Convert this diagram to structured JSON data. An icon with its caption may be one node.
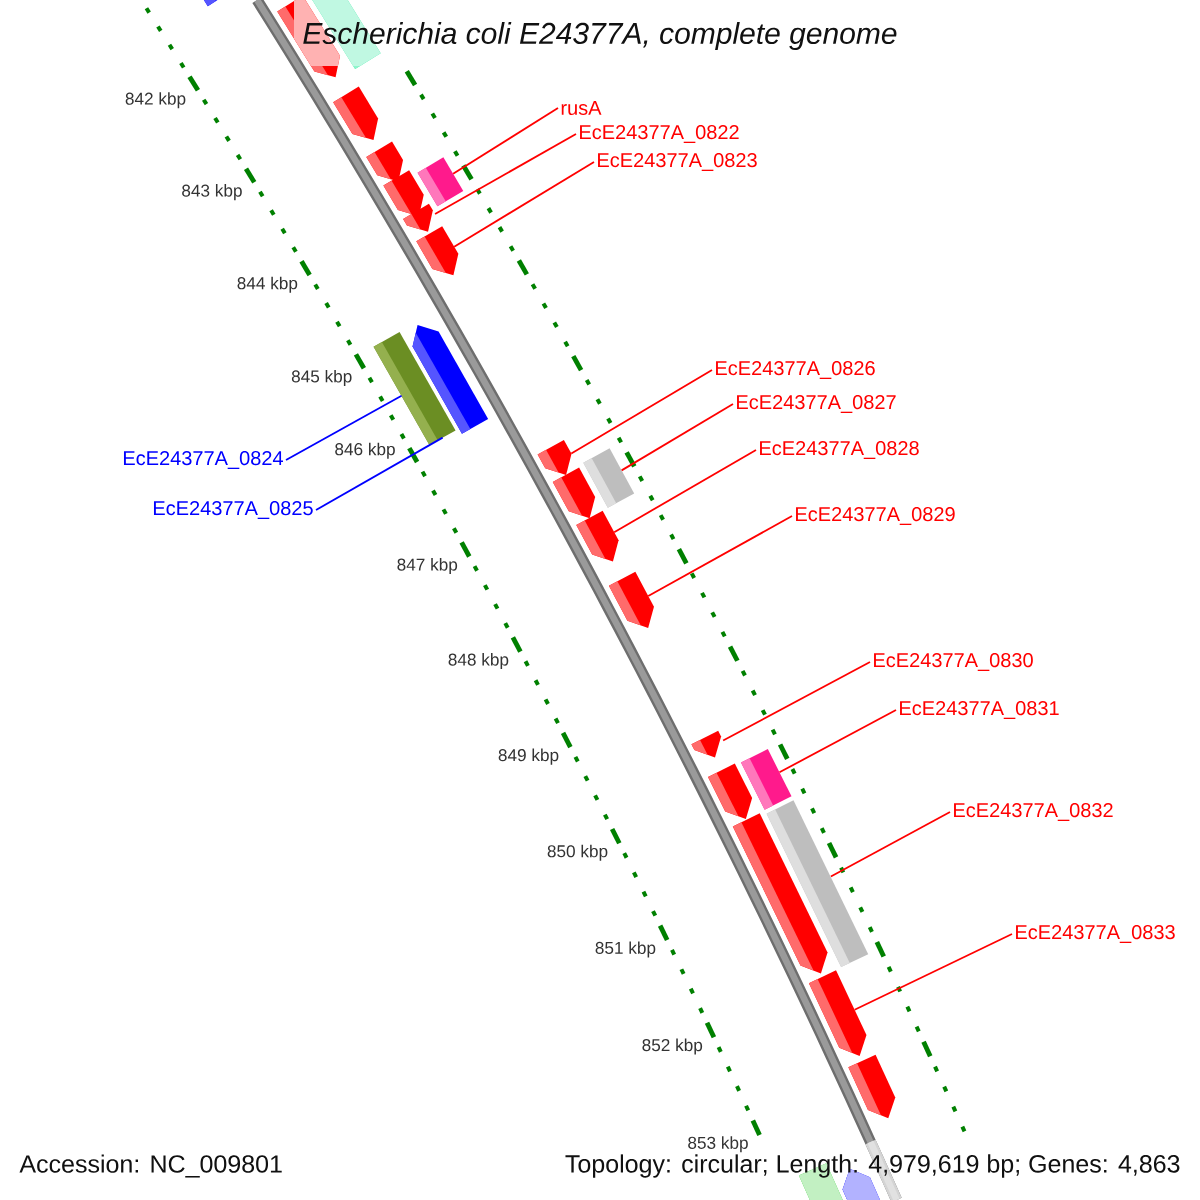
{
  "diagram": {
    "title": "Escherichia coli E24377A, complete genome",
    "nodes": [
      {
        "text": [
          "rusA"
        ]
      },
      {
        "text": [
          "EcE24377A_0822"
        ]
      },
      {
        "text": [
          "EcE24377A_0823"
        ]
      },
      {
        "text": [
          "EcE24377A_0826"
        ]
      },
      {
        "text": [
          "EcE24377A_0827"
        ]
      },
      {
        "text": [
          "EcE24377A_0828"
        ]
      },
      {
        "text": [
          "EcE24377A_0824"
        ]
      },
      {
        "text": [
          "EcE24377A_0825"
        ]
      },
      {
        "text": [
          "EcE24377A_0829"
        ]
      },
      {
        "text": [
          "EcE24377A_0830"
        ]
      },
      {
        "text": [
          "EcE24377A_0831"
        ]
      },
      {
        "text": [
          "EcE24377A_0832"
        ]
      },
      {
        "text": [
          "EcE24377A_0833"
        ]
      },
      {
        "text": [],
        "shape": "arrow"
      },
      {
        "text": [],
        "shape": "bar"
      },
      {
        "text": [],
        "shape": "arrow"
      },
      {
        "text": [],
        "shape": "arrow"
      },
      {
        "text": [],
        "shape": "arrow"
      },
      {
        "text": [],
        "shape": "bar"
      },
      {
        "text": [],
        "shape": "arrow"
      },
      {
        "text": [],
        "shape": "arrow"
      },
      {
        "text": [],
        "shape": "arrow"
      },
      {
        "text": [],
        "shape": "arrow"
      },
      {
        "text": [],
        "shape": "bar"
      },
      {
        "text": [],
        "shape": "arrow"
      },
      {
        "text": [],
        "shape": "bar"
      },
      {
        "text": [],
        "shape": "arrow"
      },
      {
        "text": [],
        "shape": "arrow"
      },
      {
        "text": [],
        "shape": "arrow"
      },
      {
        "text": [],
        "shape": "arrow"
      },
      {
        "text": [],
        "shape": "bar"
      },
      {
        "text": [],
        "shape": "arrow"
      },
      {
        "text": [],
        "shape": "bar"
      },
      {
        "text": [],
        "shape": "arrow"
      },
      {
        "text": [],
        "shape": "arrow"
      },
      {
        "text": [],
        "shape": "arrow"
      },
      {
        "text": [],
        "shape": "bar"
      },
      {
        "text": [],
        "shape": "arrow"
      }
    ],
    "edges": [
      {
        "from": 0,
        "to": 18,
        "arrow": "none"
      },
      {
        "from": 1,
        "to": 20,
        "arrow": "none"
      },
      {
        "from": 2,
        "to": 21,
        "arrow": "none"
      },
      {
        "from": 3,
        "to": 24,
        "arrow": "none"
      },
      {
        "from": 4,
        "to": 25,
        "arrow": "none"
      },
      {
        "from": 5,
        "to": 27,
        "arrow": "none"
      },
      {
        "from": 6,
        "to": 23,
        "arrow": "none",
        "color": "#0000ff"
      },
      {
        "from": 7,
        "to": 23,
        "arrow": "none",
        "color": "#0000ff"
      },
      {
        "from": 8,
        "to": 28,
        "arrow": "none"
      },
      {
        "from": 9,
        "to": 29,
        "arrow": "none"
      },
      {
        "from": 10,
        "to": 30,
        "arrow": "none"
      },
      {
        "from": 11,
        "to": 32,
        "arrow": "none"
      },
      {
        "from": 12,
        "to": 34,
        "arrow": "none"
      }
    ],
    "labels": [
      "842 kbp",
      "843 kbp",
      "844 kbp",
      "845 kbp",
      "846 kbp",
      "847 kbp",
      "848 kbp",
      "849 kbp",
      "850 kbp",
      "851 kbp",
      "852 kbp",
      "853 kbp",
      "Accession: NC_009801",
      "Topology: circular; Length: 4,979,619 bp; Genes: 4,863"
    ]
  }
}
